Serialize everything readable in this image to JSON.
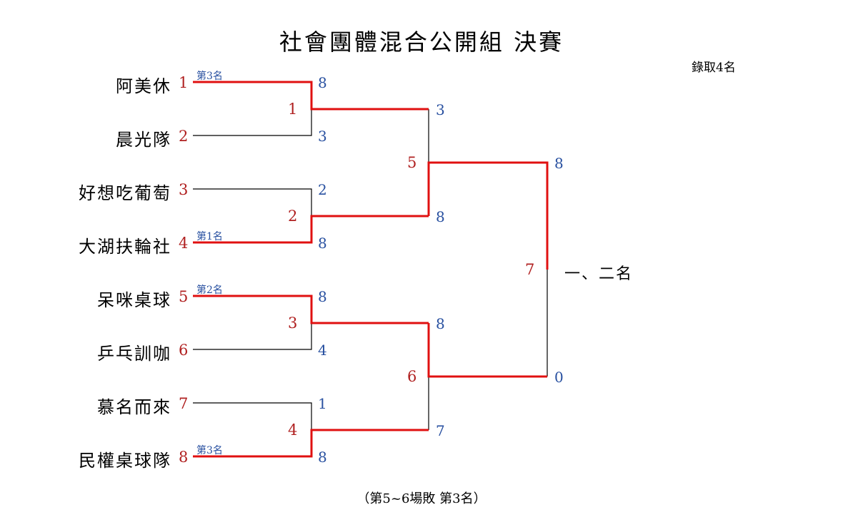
{
  "title": "社會團體混合公開組 決賽",
  "subtitle": "錄取4名",
  "footnote": "（第5~6場敗 第3名）",
  "final_label": "一、二名",
  "teams": [
    {
      "name": "阿美休",
      "seed": "1",
      "place": "第3名"
    },
    {
      "name": "晨光隊",
      "seed": "2",
      "place": ""
    },
    {
      "name": "好想吃葡萄",
      "seed": "3",
      "place": ""
    },
    {
      "name": "大湖扶輪社",
      "seed": "4",
      "place": "第1名"
    },
    {
      "name": "呆咪桌球",
      "seed": "5",
      "place": "第2名"
    },
    {
      "name": "乒乓訓咖",
      "seed": "6",
      "place": ""
    },
    {
      "name": "慕名而來",
      "seed": "7",
      "place": ""
    },
    {
      "name": "民權桌球隊",
      "seed": "8",
      "place": "第3名"
    }
  ],
  "round1": [
    {
      "match": "1",
      "top_score": "8",
      "bottom_score": "3"
    },
    {
      "match": "2",
      "top_score": "2",
      "bottom_score": "8"
    },
    {
      "match": "3",
      "top_score": "8",
      "bottom_score": "4"
    },
    {
      "match": "4",
      "top_score": "1",
      "bottom_score": "8"
    }
  ],
  "semis": [
    {
      "match": "5",
      "top_score": "3",
      "bottom_score": "8"
    },
    {
      "match": "6",
      "top_score": "8",
      "bottom_score": "7"
    }
  ],
  "final": {
    "match": "7",
    "top_score": "8",
    "bottom_score": "0"
  },
  "colors": {
    "winner_line": "#e01010",
    "loser_line": "#000000",
    "seed": "#b02020",
    "score": "#2850a0"
  }
}
